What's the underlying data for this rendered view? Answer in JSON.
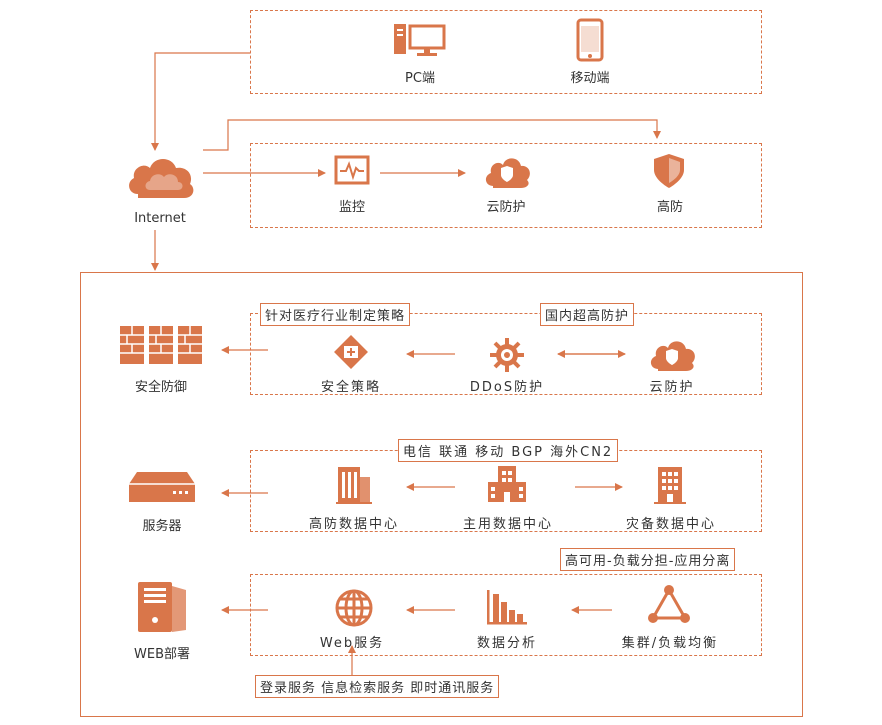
{
  "colors": {
    "accent": "#d9764a",
    "text": "#333333"
  },
  "top": {
    "pc_label": "PC端",
    "mobile_label": "移动端"
  },
  "internet": {
    "label": "Internet"
  },
  "protect": {
    "monitor_label": "监控",
    "cloud_label": "云防护",
    "high_label": "高防"
  },
  "security": {
    "tag_left": "针对医疗行业制定策略",
    "tag_right": "国内超高防护",
    "policy_label": "安全策略",
    "ddos_label": "DDoS防护",
    "cloud_label": "云防护",
    "side_label": "安全防御"
  },
  "datacenter": {
    "tag": "电信  联通  移动  BGP  海外CN2",
    "high_label": "高防数据中心",
    "main_label": "主用数据中心",
    "backup_label": "灾备数据中心",
    "side_label": "服务器"
  },
  "web": {
    "tag_top": "高可用-负载分担-应用分离",
    "web_label": "Web服务",
    "analysis_label": "数据分析",
    "cluster_label": "集群/负载均衡",
    "side_label": "WEB部署",
    "tag_bottom": "登录服务  信息检索服务  即时通讯服务"
  },
  "icons": [
    "pc-icon",
    "mobile-icon",
    "cloud-icon",
    "monitor-icon",
    "cloud-shield-icon",
    "shield-icon",
    "firewall-icon",
    "safety-policy-icon",
    "gear-icon",
    "server-icon",
    "building-icon",
    "globe-icon",
    "bar-chart-icon",
    "network-icon",
    "tower-server-icon"
  ]
}
